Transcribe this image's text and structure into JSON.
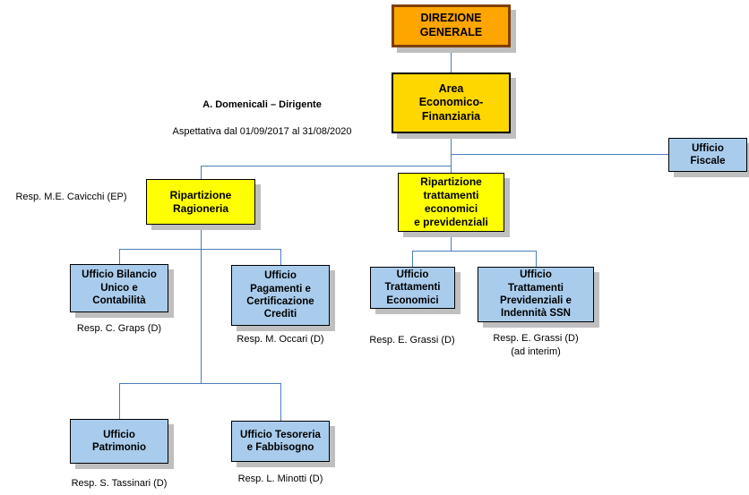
{
  "colors": {
    "level1_fill": "#FFA500",
    "level1_border": "#7F3F00",
    "level2_fill": "#FFD700",
    "level3_fill": "#FFFF00",
    "level4_fill": "#A9CCEC",
    "border": "#000000",
    "connector": "#4A7EBB",
    "shadow": "#BFBFBF"
  },
  "nodes": {
    "direzione_generale": {
      "label": "DIREZIONE\nGENERALE"
    },
    "area_economico_finanziaria": {
      "label": "Area\nEconomico-\nFinanziaria"
    },
    "ufficio_fiscale": {
      "label": "Ufficio\nFiscale"
    },
    "ripartizione_ragioneria": {
      "label": "Ripartizione\nRagioneria"
    },
    "ripartizione_trattamenti": {
      "label": "Ripartizione\ntrattamenti\neconomici\ne previdenziali"
    },
    "ufficio_bilancio": {
      "label": "Ufficio Bilancio\nUnico e\nContabilità"
    },
    "ufficio_pagamenti": {
      "label": "Ufficio\nPagamenti e\nCertificazione\nCrediti"
    },
    "ufficio_trattamenti_economici": {
      "label": "Ufficio\nTrattamenti\nEconomici"
    },
    "ufficio_trattamenti_previdenziali": {
      "label": "Ufficio\nTrattamenti\nPrevidenziali e\nIndennità SSN"
    },
    "ufficio_patrimonio": {
      "label": "Ufficio\nPatrimonio"
    },
    "ufficio_tesoreria": {
      "label": "Ufficio Tesoreria\ne Fabbisogno"
    }
  },
  "annotations": {
    "dirigente_name": "A. Domenicali – Dirigente",
    "dirigente_note": "Aspettativa dal 01/09/2017 al 31/08/2020",
    "resp_ragioneria": "Resp. M.E. Cavicchi (EP)",
    "resp_bilancio": "Resp. C. Graps (D)",
    "resp_pagamenti": "Resp. M. Occari (D)",
    "resp_trattamenti_economici": "Resp. E. Grassi (D)",
    "resp_trattamenti_previdenziali": "Resp. E. Grassi (D)\n(ad interim)",
    "resp_patrimonio": "Resp. S. Tassinari (D)",
    "resp_tesoreria": "Resp. L. Minotti (D)"
  }
}
